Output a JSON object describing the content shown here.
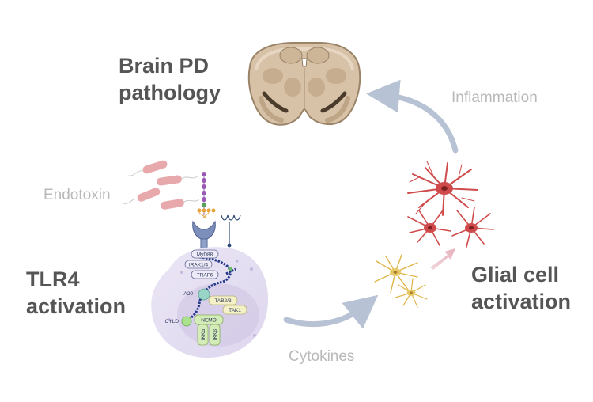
{
  "labels": {
    "brain_line1": "Brain PD",
    "brain_line2": "pathology",
    "inflammation": "Inflammation",
    "endotoxin": "Endotoxin",
    "tlr4_line1": "TLR4",
    "tlr4_line2": "activation",
    "glial_line1": "Glial cell",
    "glial_line2": "activation",
    "cytokines": "Cytokines"
  },
  "molecules": {
    "myd88": "MyD88",
    "irak": "IRAK1/4",
    "traf6": "TRAF6",
    "a20": "A20",
    "tab": "TAB2/3",
    "tak1": "TAK1",
    "cyld": "CYLD",
    "nemo": "NEMO",
    "ikka": "IKKα",
    "ikkb": "IKKβ"
  },
  "colors": {
    "heading_text": "#555555",
    "muted_text": "#b9b9b9",
    "arrow": "#b7c3d5",
    "cell_fill": "#e4dff1",
    "astrocyte_red": "#cf4b4b",
    "astrocyte_yellow": "#e0b64a",
    "brain_section": "#d7c2a8",
    "bacteria": "#e8a9ac"
  }
}
